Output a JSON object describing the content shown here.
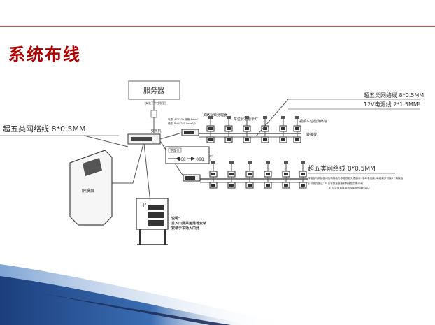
{
  "slide": {
    "title": "系统布线"
  },
  "diagram": {
    "server": "服务器",
    "server_note": "(安装于中控制室)",
    "switch": "交换机",
    "video_processor": "多路视频处理器",
    "counter_display": "车位状态指示灯",
    "parking_detector": "视频车位检测终端",
    "converter": "转接板",
    "kiosk": "触摸屏",
    "cable_left": "超五类网络线 8*0.5MM",
    "cable_top_right_1": "超五类网络线 8*0.5MM",
    "cable_top_right_2": "12V电源线 2*1.5MM²",
    "cable_mid_right": "超五类网络线 8*0.5MM",
    "screen_caption": "空车位",
    "screen_left_num": "068",
    "screen_right_num": "088",
    "note_label": "说明:",
    "note_line1": "总入口屏采用落地安装",
    "note_line2": "安装于车场入口处",
    "mid_note_line1": "转接板与转接板间及转接板与多路视频处理器间: 手牵手连接, 每组最多可接8个转接板",
    "mid_note_line2": "引导屏的接法: a: 引导屏直接接到转接板的最末端",
    "mid_note_line3": "b: 引导屏直接接到转接板的接线端口",
    "small_spec_1": "电源: AC220V 规格:4mm²",
    "small_spec_2": "线缆: RVVS2*1.0mm²/3"
  }
}
